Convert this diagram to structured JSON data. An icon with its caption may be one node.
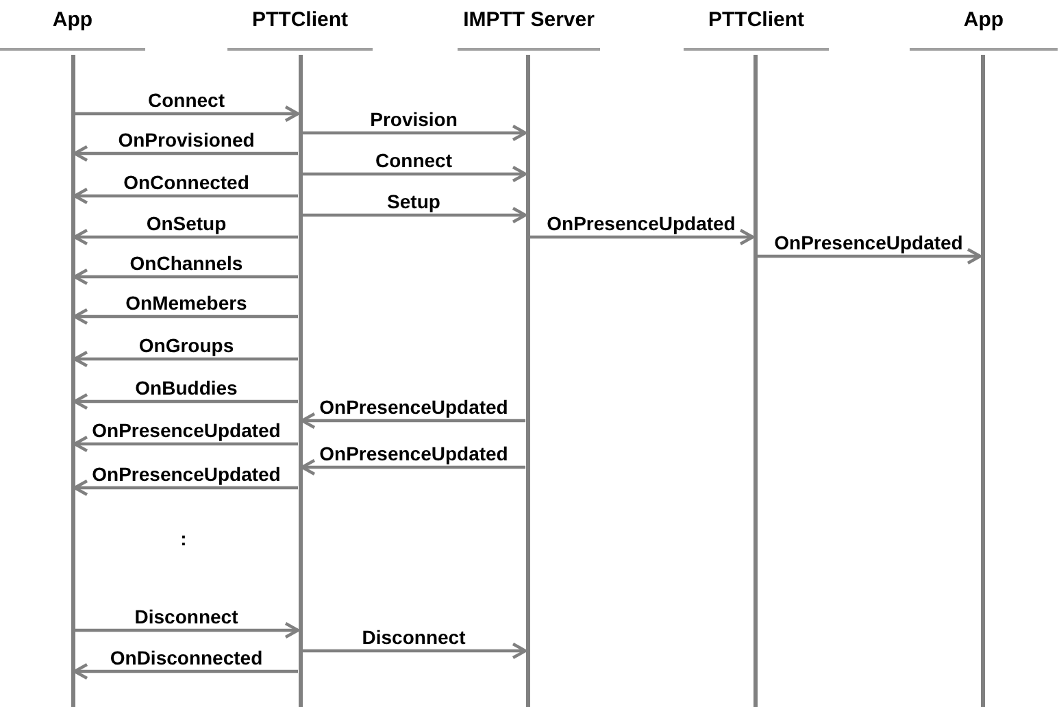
{
  "diagram": {
    "nodes": [
      {
        "text": [
          "App"
        ]
      },
      {
        "text": [
          "PTTClient"
        ]
      },
      {
        "text": [
          "IMPTT Server"
        ]
      },
      {
        "text": [
          "PTTClient"
        ]
      },
      {
        "text": [
          "App"
        ]
      },
      {
        "text": [],
        "shape": "line"
      },
      {
        "text": [],
        "shape": "line"
      },
      {
        "text": [],
        "shape": "line"
      },
      {
        "text": [],
        "shape": "line"
      },
      {
        "text": [],
        "shape": "line"
      }
    ],
    "edges": [
      {
        "from": 5,
        "to": 6,
        "arrow": "to",
        "label": "Connect"
      },
      {
        "from": 6,
        "to": 7,
        "arrow": "to",
        "label": "Provision"
      },
      {
        "from": 6,
        "to": 5,
        "arrow": "to",
        "label": "OnProvisioned"
      },
      {
        "from": 6,
        "to": 7,
        "arrow": "to",
        "label": "Connect"
      },
      {
        "from": 6,
        "to": 5,
        "arrow": "to",
        "label": "OnConnected"
      },
      {
        "from": 6,
        "to": 7,
        "arrow": "to",
        "label": "Setup"
      },
      {
        "from": 6,
        "to": 5,
        "arrow": "to",
        "label": "OnSetup"
      },
      {
        "from": 7,
        "to": 8,
        "arrow": "to",
        "label": "OnPresenceUpdated"
      },
      {
        "from": 8,
        "to": 9,
        "arrow": "to",
        "label": "OnPresenceUpdated"
      },
      {
        "from": 6,
        "to": 5,
        "arrow": "to",
        "label": "OnChannels"
      },
      {
        "from": 6,
        "to": 5,
        "arrow": "to",
        "label": "OnMemebers"
      },
      {
        "from": 6,
        "to": 5,
        "arrow": "to",
        "label": "OnGroups"
      },
      {
        "from": 6,
        "to": 5,
        "arrow": "to",
        "label": "OnBuddies"
      },
      {
        "from": 7,
        "to": 6,
        "arrow": "to",
        "label": "OnPresenceUpdated"
      },
      {
        "from": 6,
        "to": 5,
        "arrow": "to",
        "label": "OnPresenceUpdated"
      },
      {
        "from": 7,
        "to": 6,
        "arrow": "to",
        "label": "OnPresenceUpdated"
      },
      {
        "from": 6,
        "to": 5,
        "arrow": "to",
        "label": "OnPresenceUpdated"
      },
      {
        "from": 5,
        "to": 6,
        "arrow": "to",
        "label": "Disconnect"
      },
      {
        "from": 6,
        "to": 7,
        "arrow": "to",
        "label": "Disconnect"
      },
      {
        "from": 6,
        "to": 5,
        "arrow": "to",
        "label": "OnDisconnected"
      }
    ],
    "labels": [
      ":"
    ]
  }
}
